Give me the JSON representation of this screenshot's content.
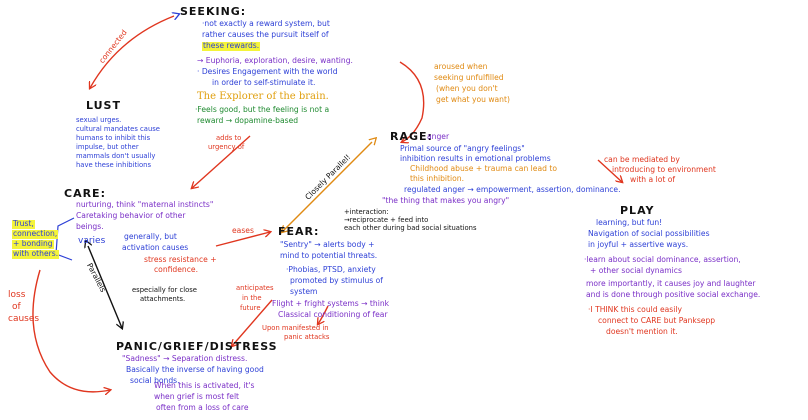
{
  "colors": {
    "red": "#e0361f",
    "orange": "#e08a12",
    "blue": "#2c3fd6",
    "purple": "#7a2fc7",
    "black": "#111111",
    "highlight": "#f4f43a"
  },
  "seeking": {
    "title": "SEEKING:",
    "line1": "·not exactly a reward system, but",
    "line2": "rather causes the pursuit itself of",
    "line3": "these rewards.",
    "euphoria": "→ Euphoria, exploration, desire, wanting.",
    "desires_1": "· Desires Engagement with the world",
    "desires_2": "in order to self-stimulate it.",
    "explorer": "The Explorer of the brain.",
    "feels_1": "·Feels good, but the feeling is not a",
    "feels_2": "reward  →  dopamine-based"
  },
  "connected_label": "connected",
  "lust": {
    "title": "LUST",
    "lines": [
      "sexual urges.",
      "cultural mandates cause",
      "humans to inhibit this",
      "impulse, but other",
      "mammals don't usually",
      "have these inhibitions"
    ]
  },
  "adds_to_label": [
    "adds to",
    "urgency of"
  ],
  "aroused_label": [
    "aroused when",
    "seeking unfulfilled",
    "(when you don't",
    "get what you want)"
  ],
  "rage": {
    "title": "RAGE:",
    "title_note": "anger",
    "primal": "Primal source of \"angry feelings\"",
    "inhibition": "inhibition results in emotional problems",
    "childhood_1": "Childhood abuse + trauma can lead to",
    "childhood_2": "this inhibition.",
    "regulated": "regulated anger → empowerment, assertion, dominance.",
    "the_thing": "\"the thing that makes you angry\"",
    "interaction_1": "+interaction:",
    "interaction_2": "→reciprocate + feed into",
    "interaction_3": "each other during bad social situations"
  },
  "closely_parallel_label": "Closely Parallel!",
  "mediated_label": [
    "can be mediated by",
    "introducing to environment",
    "with a lot of"
  ],
  "care": {
    "title": "CARE:",
    "nurturing": "nurturing, think \"maternal instincts\"",
    "caretaking_1": "Caretaking behavior of other",
    "caretaking_2": "beings.",
    "varies": "varies",
    "generally": "generally, but",
    "activation": "activation causes",
    "stress_1": "stress resistance +",
    "stress_2": "confidence."
  },
  "trust_label": [
    "Trust,",
    "connection,",
    "+ bonding",
    "with others."
  ],
  "eases_label": "eases",
  "fear": {
    "title": "FEAR:",
    "sentry_1": "\"Sentry\" → alerts body +",
    "sentry_2": "mind to potential threats.",
    "phobias_1": "·Phobias, PTSD, anxiety",
    "phobias_2": "promoted by stimulus of",
    "phobias_3": "system",
    "flight": "Flight + fright systems → think",
    "classical": "Classical conditioning of fear"
  },
  "play": {
    "title": "PLAY",
    "learning": "learning, but fun!",
    "navigation_1": "Navigation of social possibilities",
    "navigation_2": "in joyful + assertive ways.",
    "learn_1": "·learn about social dominance, assertion,",
    "learn_2": "+ other social dynamics",
    "more_1": "more importantly, it causes joy and laughter",
    "more_2": "and is done through positive social exchange.",
    "think_1": "·I THINK this could easily",
    "think_2": "connect to CARE but Panksepp",
    "think_3": "doesn't mention it."
  },
  "loss_label": [
    "loss",
    "of",
    "causes"
  ],
  "parallels_label": "Parallels",
  "especially_label": [
    "especially for close",
    "attachments."
  ],
  "anticipates_label": [
    "anticipates",
    "in the",
    "future"
  ],
  "upon_label": [
    "Upon manifested in",
    "panic attacks"
  ],
  "panic": {
    "title": "PANIC/GRIEF/DISTRESS",
    "sadness": "\"Sadness\" → Separation distress.",
    "basically_1": "Basically the inverse of having good",
    "basically_2": "social bonds.",
    "when_1": "When this is activated, it's",
    "when_2": "when grief is most felt",
    "when_3": "often from a loss of care"
  }
}
